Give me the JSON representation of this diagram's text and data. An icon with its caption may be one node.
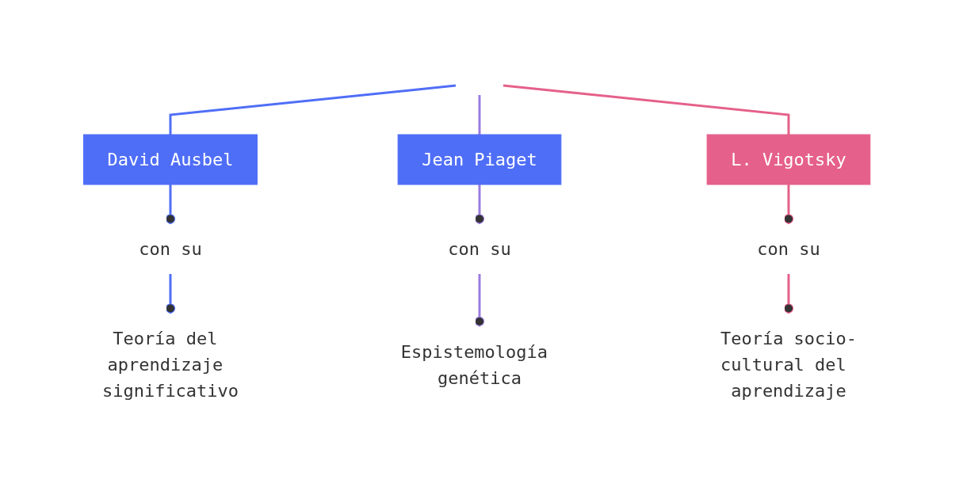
{
  "diagram": {
    "nodes": [
      {
        "text": [
          "David Ausbel"
        ]
      },
      {
        "text": [
          "Jean Piaget"
        ]
      },
      {
        "text": [
          "L. Vigotsky"
        ]
      },
      {
        "text": [
          "con su"
        ]
      },
      {
        "text": [
          "con su"
        ]
      },
      {
        "text": [
          "con su"
        ]
      },
      {
        "text": [
          "Teoría del aprendizaje significativo"
        ]
      },
      {
        "text": [
          "Espistemología genética"
        ]
      },
      {
        "text": [
          "Teoría socio-cultural del aprendizaje"
        ]
      }
    ],
    "edges": [
      {
        "from": null,
        "to": 0,
        "arrow": "none",
        "color": "#4f6ef7"
      },
      {
        "from": null,
        "to": 1,
        "arrow": "none",
        "color": "#9b7be0"
      },
      {
        "from": null,
        "to": 2,
        "arrow": "none",
        "color": "#e5608a"
      },
      {
        "from": 0,
        "to": 3,
        "arrow": "other",
        "color": "#4f6ef7"
      },
      {
        "from": 1,
        "to": 4,
        "arrow": "other",
        "color": "#9b7be0"
      },
      {
        "from": 2,
        "to": 5,
        "arrow": "other",
        "color": "#e5608a"
      },
      {
        "from": 3,
        "to": 6,
        "arrow": "other",
        "color": "#4f6ef7"
      },
      {
        "from": 4,
        "to": 7,
        "arrow": "other",
        "color": "#9b7be0"
      },
      {
        "from": 5,
        "to": 8,
        "arrow": "other",
        "color": "#e5608a"
      }
    ]
  }
}
